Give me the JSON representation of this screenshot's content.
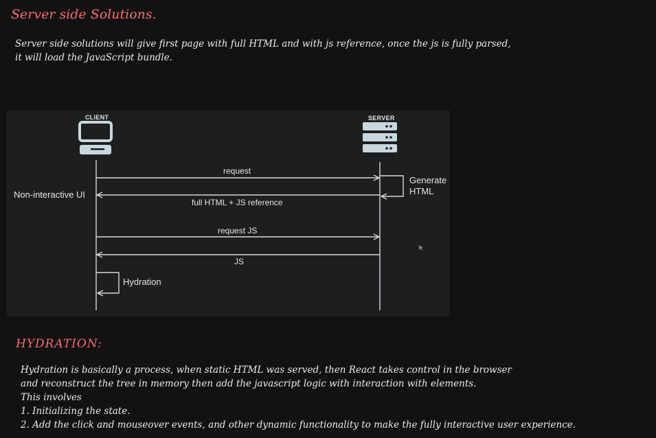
{
  "title": "Server side Solutions.",
  "intro": {
    "line1": "Server side solutions will give first page with full HTML and with js reference, once the js is fully parsed,",
    "line2": "it will load the JavaScript bundle."
  },
  "diagram": {
    "client_label": "CLIENT",
    "server_label": "SERVER",
    "messages": [
      {
        "label": "request",
        "direction": "client-to-server"
      },
      {
        "label": "full HTML + JS reference",
        "direction": "server-to-client"
      },
      {
        "label": "request JS",
        "direction": "client-to-server"
      },
      {
        "label": "JS",
        "direction": "server-to-client"
      }
    ],
    "non_interactive_label": "Non-interactive UI",
    "generate_label_line1": "Generate",
    "generate_label_line2": "HTML",
    "hydration_label": "Hydration",
    "icons": {
      "client": "computer-icon",
      "server": "server-icon"
    }
  },
  "hydration": {
    "heading": "HYDRATION:",
    "lines": [
      "Hydration is basically a process, when static HTML was served, then React takes control in the browser",
      "and reconstruct the tree in memory then add the javascript logic with interaction with elements.",
      "This involves",
      "1. Initializing the state.",
      "2. Add the click and mouseover events, and other dynamic functionality to make the fully interactive user experience."
    ]
  },
  "colors": {
    "heading": "#ff6b6b",
    "background": "#121212",
    "diagram_background": "#1c1e20",
    "icon": "#c9d7de",
    "line": "#d8d8d8"
  }
}
